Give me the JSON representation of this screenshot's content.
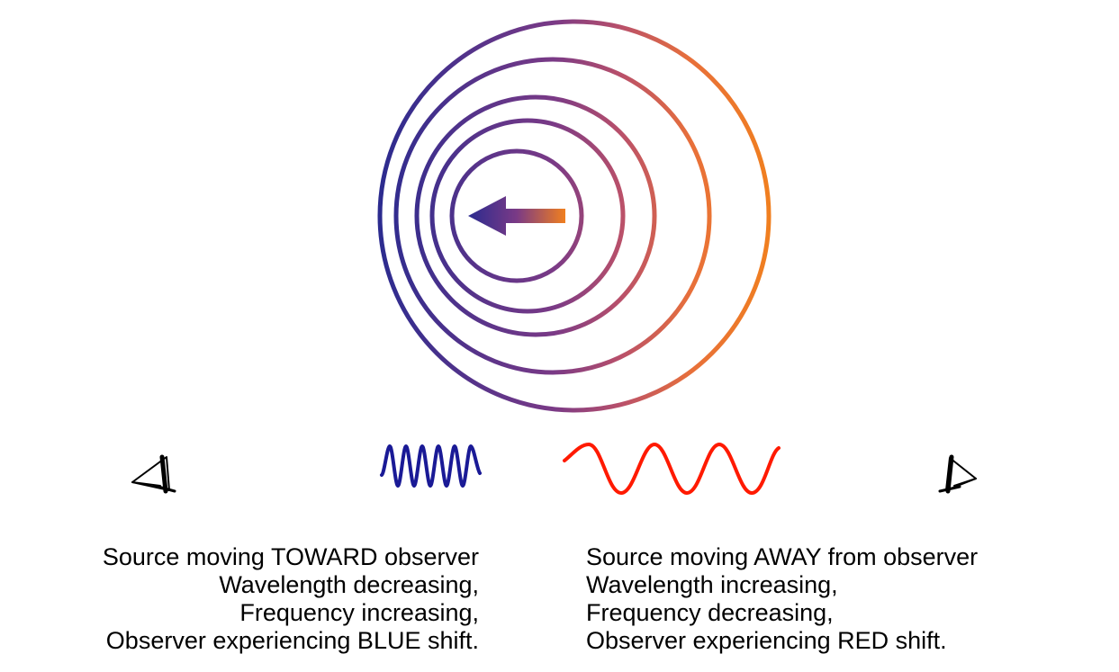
{
  "figure": {
    "colors": {
      "blue": "#2b2b8f",
      "orange": "#f07f1f",
      "blue_wave": "#1a1a96",
      "red_wave": "#ff1a00",
      "text": "#000000",
      "background": "#ffffff"
    },
    "icons": {
      "left_observer": "eye-icon",
      "right_observer": "eye-icon",
      "source_arrow": "arrow-left-icon"
    },
    "left_caption": {
      "line1": "Source moving TOWARD observer",
      "line2": "Wavelength decreasing,",
      "line3": "Frequency increasing,",
      "line4": "Observer experiencing BLUE shift."
    },
    "right_caption": {
      "line1": "Source moving AWAY from observer",
      "line2": "Wavelength increasing,",
      "line3": "Frequency decreasing,",
      "line4": "Observer experiencing RED shift."
    }
  }
}
